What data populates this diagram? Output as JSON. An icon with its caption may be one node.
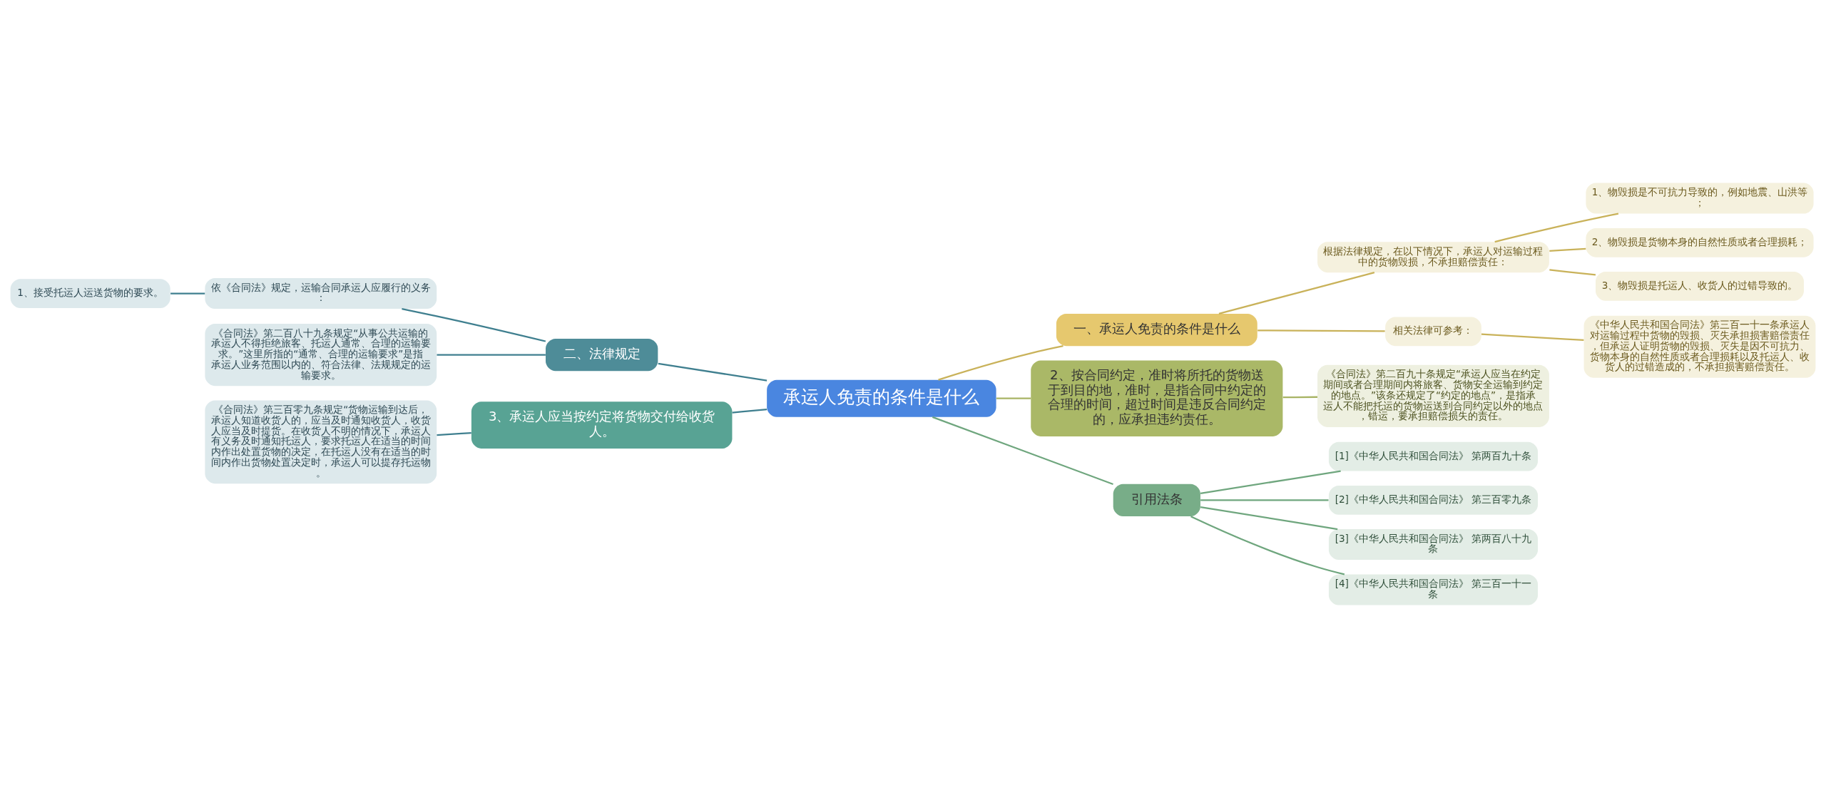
{
  "diagram": {
    "nodes": [
      {
        "text": [
          "承运人免责的条件是什么"
        ]
      },
      {
        "text": [
          "一、承运人免责的条件是什么"
        ]
      },
      {
        "text": [
          "根据法律规定，在以下情况下，承运人对运输过程中的货物毁损，不承担赔偿责任："
        ]
      },
      {
        "text": [
          "1、物毁损是不可抗力导致的，例如地震、山洪等；"
        ]
      },
      {
        "text": [
          "2、物毁损是货物本身的自然性质或者合理损耗；"
        ]
      },
      {
        "text": [
          "3、物毁损是托运人、收货人的过错导致的。"
        ]
      },
      {
        "text": [
          "相关法律可参考："
        ]
      },
      {
        "text": [
          "《中华人民共和国合同法》第三百一十一条承运人对运输过程中货物的毁损、灭失承担损害赔偿责任，但承运人证明货物的毁损、灭失是因不可抗力、货物本身的自然性质或者合理损耗以及托运人、收货人的过错造成的，不承担损害赔偿责任。"
        ]
      },
      {
        "text": [
          "2、按合同约定，准时将所托的货物送于到目的地，准时，是指合同中约定的合理的时间，超过时间是违反合同约定的，应承担违约责任。"
        ]
      },
      {
        "text": [
          "《合同法》第二百九十条规定“承运人应当在约定期间或者合理期间内将旅客、货物安全运输到约定的地点。”该条还规定了“约定的地点”，是指承运人不能把托运的货物运送到合同约定以外的地点，错运，要承担赔偿损失的责任。"
        ]
      },
      {
        "text": [
          "引用法条"
        ]
      },
      {
        "text": [
          "[1]《中华人民共和国合同法》 第两百九十条"
        ]
      },
      {
        "text": [
          "[2]《中华人民共和国合同法》 第三百零九条"
        ]
      },
      {
        "text": [
          "[3]《中华人民共和国合同法》 第两百八十九条"
        ]
      },
      {
        "text": [
          "[4]《中华人民共和国合同法》 第三百一十一条"
        ]
      },
      {
        "text": [
          "二、法律规定"
        ]
      },
      {
        "text": [
          "依《合同法》规定，运输合同承运人应履行的义务："
        ]
      },
      {
        "text": [
          "1、接受托运人运送货物的要求。"
        ]
      },
      {
        "text": [
          "《合同法》第二百八十九条规定“从事公共运输的承运人不得拒绝旅客、托运人通常、合理的运输要求。”这里所指的“通常、合理的运输要求”是指承运人业务范围以内的、符合法律、法规规定的运输要求。"
        ]
      },
      {
        "text": [
          "3、承运人应当按约定将货物交付给收货人。"
        ]
      },
      {
        "text": [
          "《合同法》第三百零九条规定“货物运输到达后，承运人知道收货人的，应当及时通知收货人，收货人应当及时提货。在收货人不明的情况下，承运人有义务及时通知托运人，要求托运人在适当的时间内作出处置货物的决定，在托运人没有在适当的时间内作出货物处置决定时，承运人可以提存托运物。"
        ]
      }
    ],
    "edges": [
      {
        "from": 0,
        "to": 1,
        "arrow": "none"
      },
      {
        "from": 1,
        "to": 2,
        "arrow": "none"
      },
      {
        "from": 2,
        "to": 3,
        "arrow": "none"
      },
      {
        "from": 2,
        "to": 4,
        "arrow": "none"
      },
      {
        "from": 2,
        "to": 5,
        "arrow": "none"
      },
      {
        "from": 1,
        "to": 6,
        "arrow": "none"
      },
      {
        "from": 6,
        "to": 7,
        "arrow": "none"
      },
      {
        "from": 0,
        "to": 8,
        "arrow": "none",
        "color": "#a8b465"
      },
      {
        "from": 8,
        "to": 9,
        "arrow": "none",
        "color": "#a8b465"
      },
      {
        "from": 0,
        "to": 10,
        "arrow": "none",
        "color": "#6fa67e"
      },
      {
        "from": 10,
        "to": 11,
        "arrow": "none",
        "color": "#6fa67e"
      },
      {
        "from": 10,
        "to": 12,
        "arrow": "none",
        "color": "#6fa67e"
      },
      {
        "from": 10,
        "to": 13,
        "arrow": "none",
        "color": "#6fa67e"
      },
      {
        "from": 10,
        "to": 14,
        "arrow": "none",
        "color": "#6fa67e"
      },
      {
        "from": 0,
        "to": 15,
        "arrow": "none",
        "color": "#3f7f8f"
      },
      {
        "from": 15,
        "to": 16,
        "arrow": "none",
        "color": "#3f7f8f"
      },
      {
        "from": 16,
        "to": 17,
        "arrow": "none",
        "color": "#3f7f8f"
      },
      {
        "from": 15,
        "to": 18,
        "arrow": "none",
        "color": "#3f7f8f"
      },
      {
        "from": 0,
        "to": 19,
        "arrow": "none",
        "color": "#3f7f8f"
      },
      {
        "from": 19,
        "to": 20,
        "arrow": "none",
        "color": "#3f7f8f"
      }
    ]
  }
}
